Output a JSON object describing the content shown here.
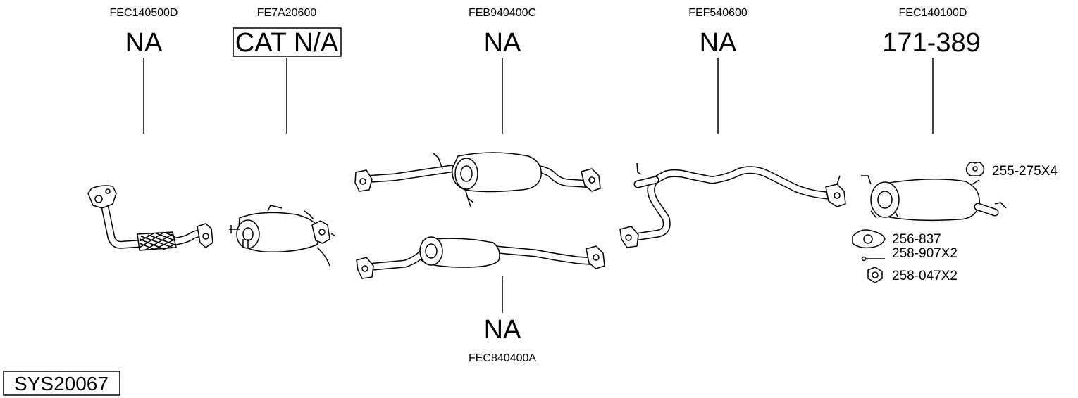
{
  "system": {
    "code": "SYS20067"
  },
  "parts": [
    {
      "code": "FEC140500D",
      "ref": "NA"
    },
    {
      "code": "FE7A20600",
      "ref": "CAT N/A"
    },
    {
      "code": "FEB940400C",
      "ref": "NA"
    },
    {
      "code": "FEF540600",
      "ref": "NA"
    },
    {
      "code": "FEC140100D",
      "ref": "171-389"
    },
    {
      "code": "FEC840400A",
      "ref": "NA"
    }
  ],
  "accessories": [
    {
      "ref": "255-275X4",
      "icon": "rubber-hanger-icon"
    },
    {
      "ref": "256-837",
      "icon": "gasket-icon"
    },
    {
      "ref": "258-907X2",
      "icon": "bolt-icon"
    },
    {
      "ref": "258-047X2",
      "icon": "nut-icon"
    }
  ]
}
